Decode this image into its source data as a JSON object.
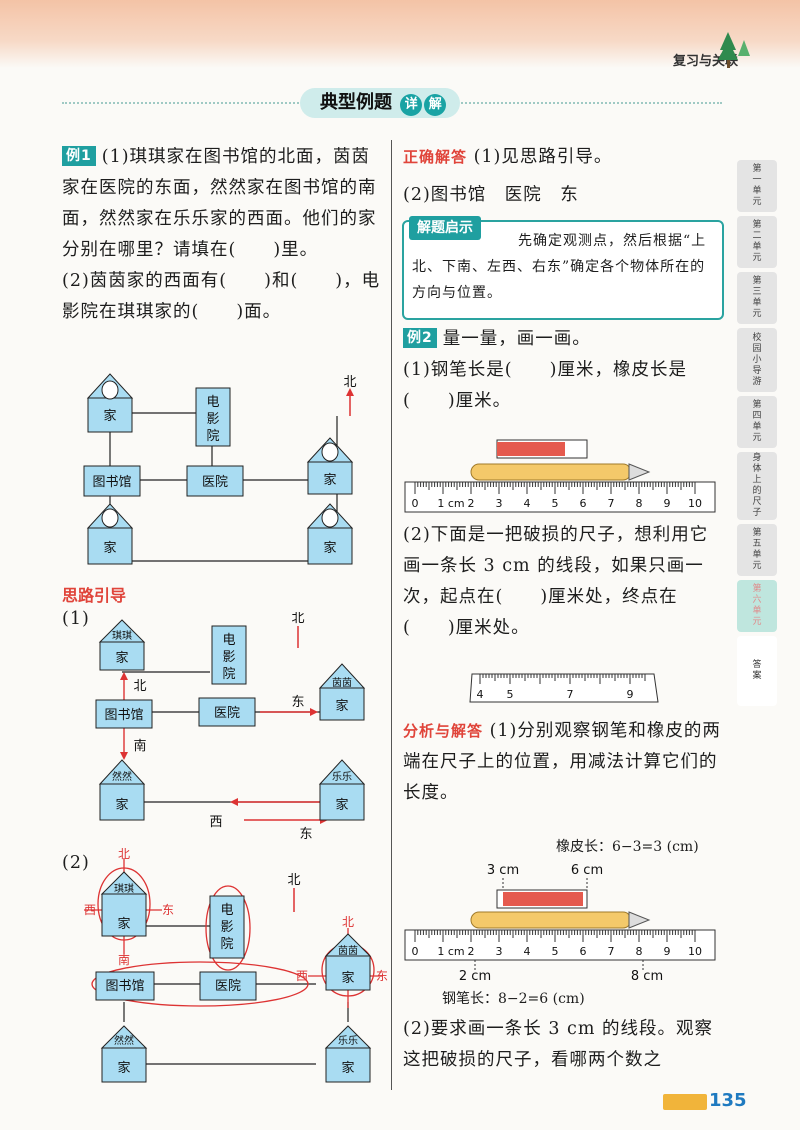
{
  "chapter": "复习与关联",
  "section_title_a": "典型例题",
  "section_title_b1": "详",
  "section_title_b2": "解",
  "ex1": {
    "tag": "例1",
    "q1": "(1)琪琪家在图书馆的北面，茵茵家在医院的东面，然然家在图书馆的南面，然然家在乐乐家的西面。他们的家分别在哪里？请填在(　　)里。",
    "q2": "(2)茵茵家的西面有(　　)和(　　)，电影院在琪琪家的(　　)面。"
  },
  "map": {
    "home": "家",
    "cinema": [
      "电",
      "影",
      "院"
    ],
    "library": "图书馆",
    "hospital": "医院",
    "north": "北",
    "south": "南",
    "east": "东",
    "west": "西",
    "names": {
      "qiqi": "琪琪",
      "yinyin": "茵茵",
      "ranran": "然然",
      "lele": "乐乐"
    }
  },
  "hint": {
    "label": "思路引导",
    "p1": "(1)",
    "p2": "(2)"
  },
  "answer": {
    "label": "正确解答",
    "a1": "(1)见思路引导。",
    "a2": "(2)图书馆　医院　东"
  },
  "tip": {
    "label": "解题启示",
    "text": "先确定观测点，然后根据“上北、下南、左西、右东”确定各个物体所在的方向与位置。"
  },
  "ex2": {
    "tag": "例2",
    "title": "量一量，画一画。",
    "q1": "(1)钢笔长是(　　)厘米，橡皮长是(　　)厘米。",
    "q2": "(2)下面是一把破损的尺子，想利用它画一条长 3 cm 的线段，如果只画一次，起点在(　　)厘米处，终点在(　　)厘米处。"
  },
  "ruler": {
    "labels": [
      "0",
      "1 cm",
      "2",
      "3",
      "4",
      "5",
      "6",
      "7",
      "8",
      "9",
      "10"
    ],
    "broken_labels": [
      "4",
      "5",
      "7",
      "9"
    ]
  },
  "analysis": {
    "label": "分析与解答",
    "p1": "(1)分别观察钢笔和橡皮的两端在尺子上的位置，用减法计算它们的长度。",
    "eraser_calc": "橡皮长：6−3=3 (cm)",
    "mark_3": "3 cm",
    "mark_6": "6 cm",
    "mark_2": "2 cm",
    "mark_8": "8 cm",
    "pen_calc": "钢笔长：8−2=6 (cm)",
    "p2": "(2)要求画一条长 3 cm 的线段。观察这把破损的尺子，看哪两个数之"
  },
  "tabs": [
    "第一单元",
    "第二单元",
    "第三单元",
    "校园小导游",
    "第四单元",
    "身体上的尺子",
    "第五单元",
    "第六单元",
    "答案"
  ],
  "page_number": "135",
  "colors": {
    "accent": "#1f9fa0",
    "red": "#e0443a",
    "house": "#a9dcf2"
  }
}
